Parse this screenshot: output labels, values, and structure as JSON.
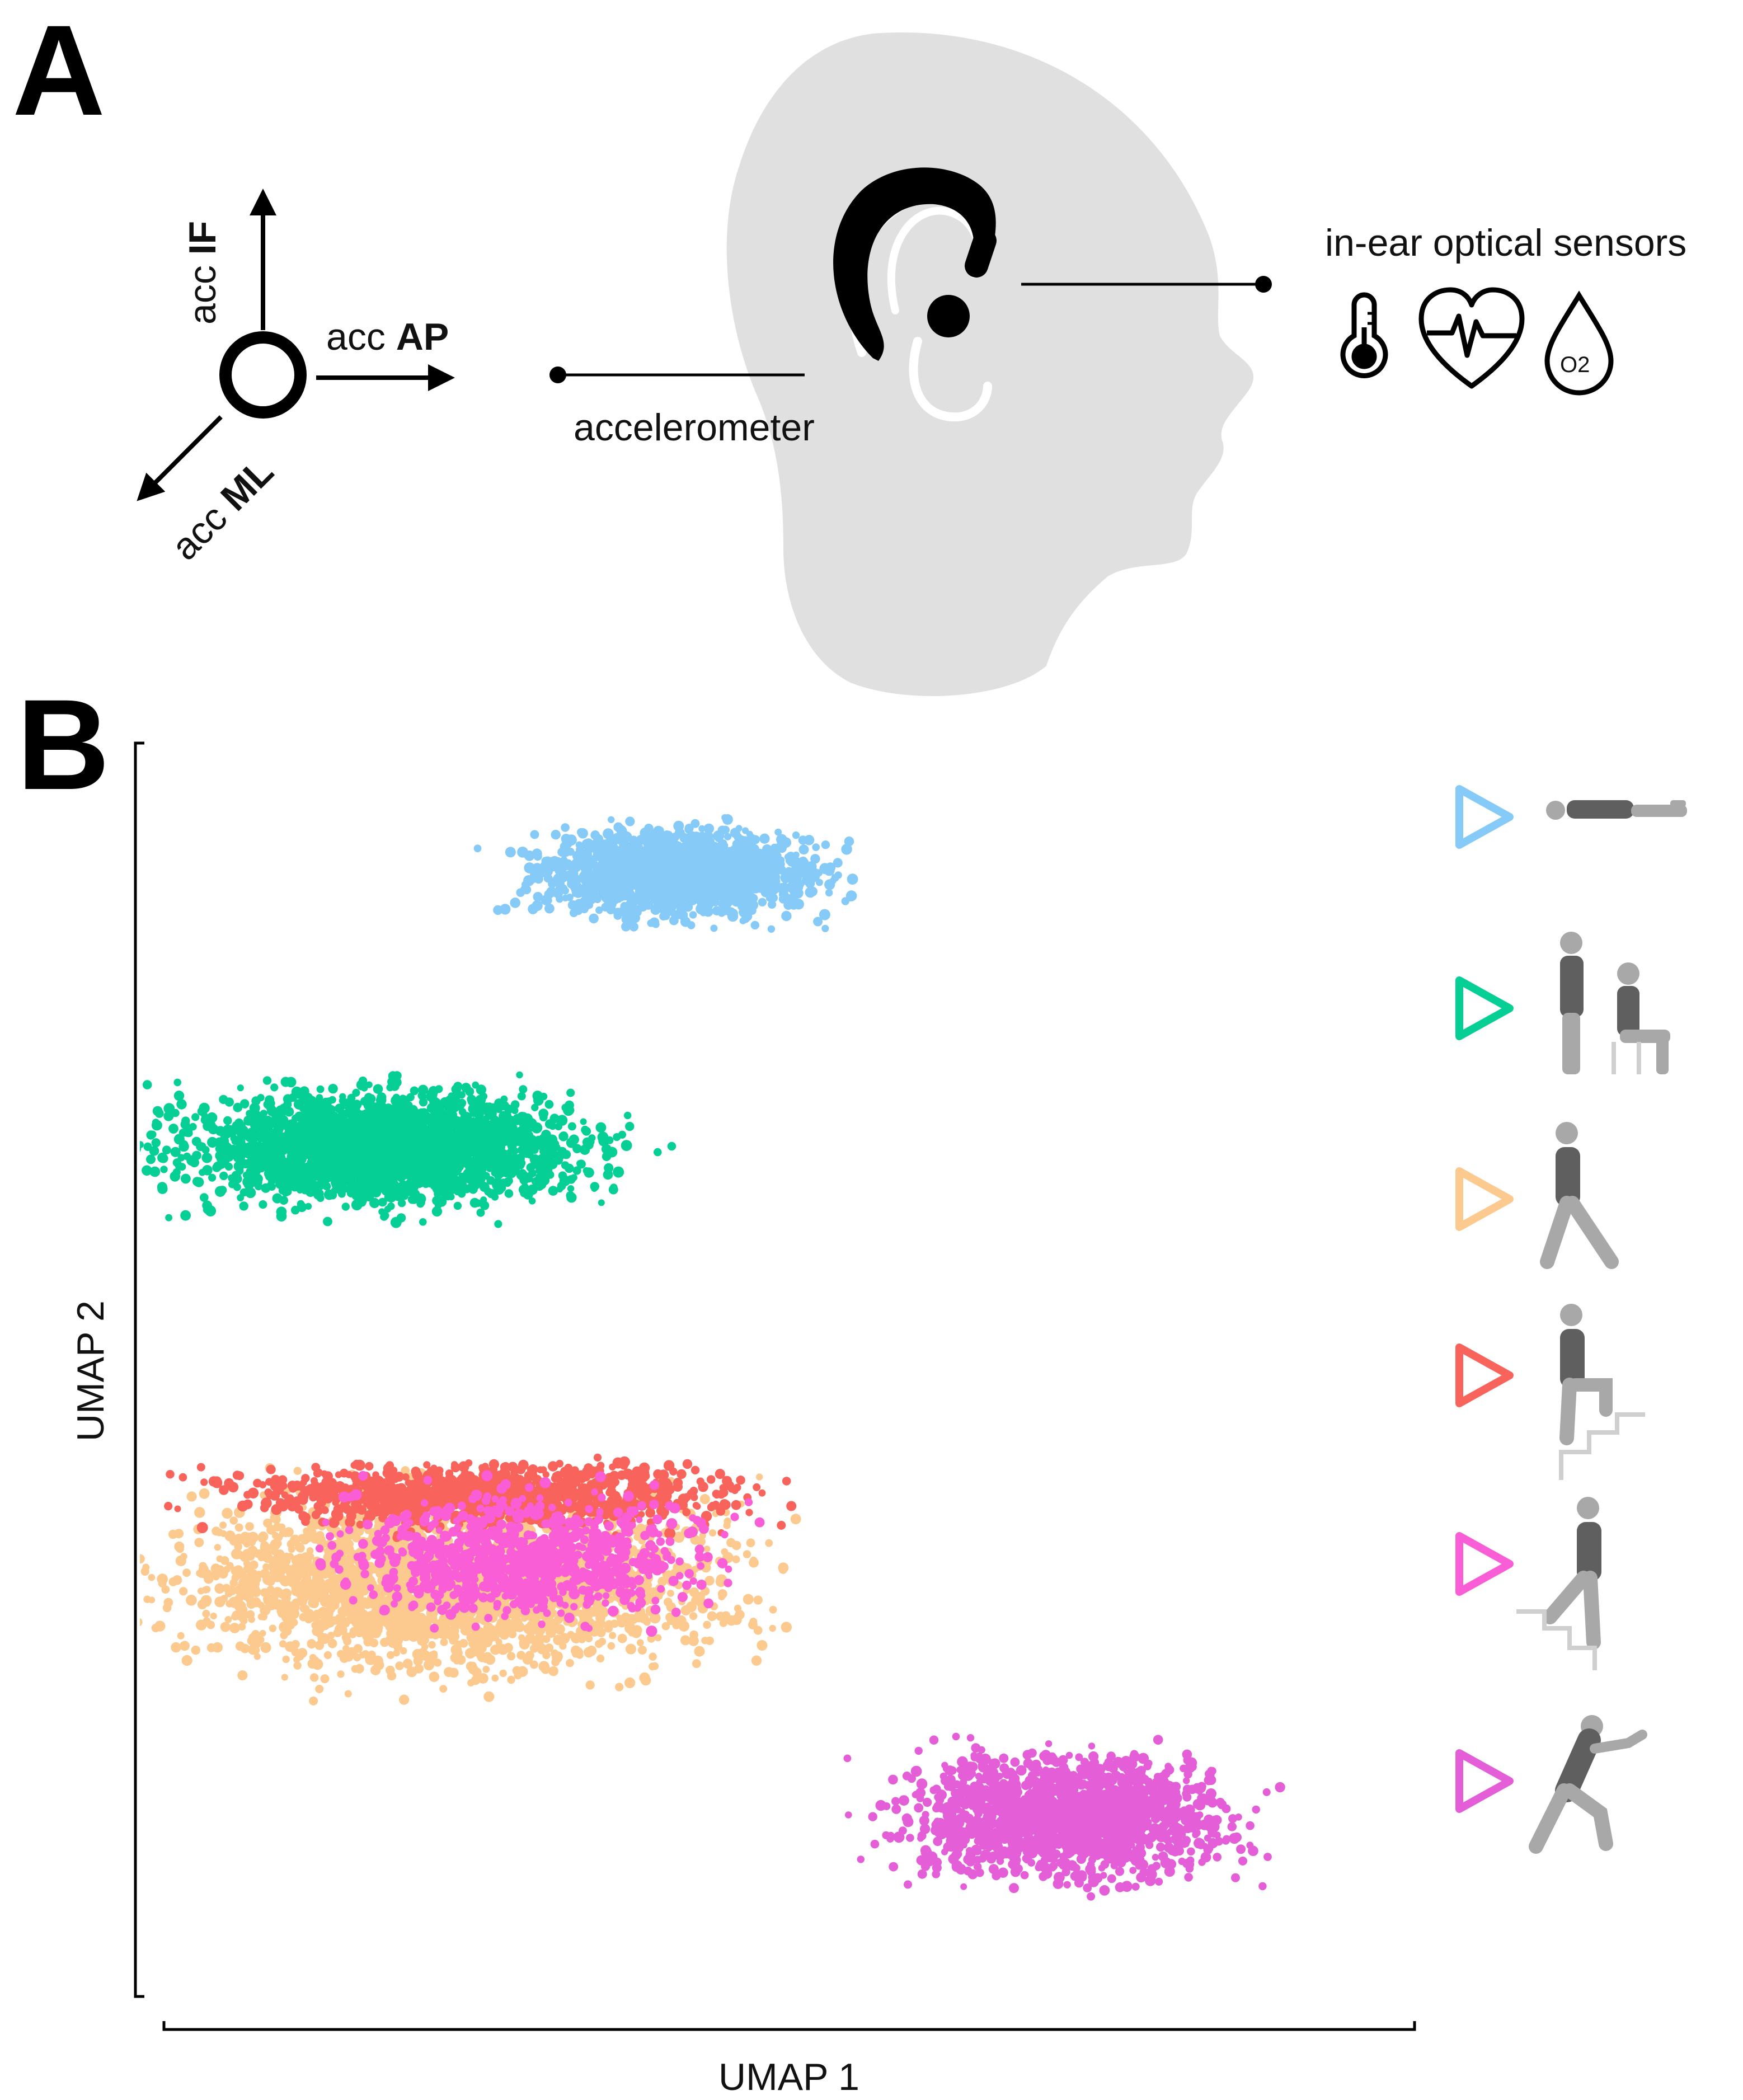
{
  "panels": {
    "a": {
      "letter": "A"
    },
    "b": {
      "letter": "B"
    }
  },
  "axes_diagram": {
    "if_prefix": "acc ",
    "if_label": "IF",
    "ap_prefix": "acc ",
    "ap_label": "AP",
    "ml_prefix": "acc ",
    "ml_label": "ML"
  },
  "sensors": {
    "accelerometer_label": "accelerometer",
    "optical_label": "in-ear optical sensors",
    "icons": [
      "thermometer-icon",
      "heart-rate-icon",
      "oxygen-drop-icon"
    ],
    "o2_text": "O2"
  },
  "colors": {
    "head": "#e0e0e0",
    "lying": "#86cbf7",
    "standing_sitting": "#05cf95",
    "walking": "#fcc98e",
    "stairs_up": "#f8635b",
    "stairs_down": "#f95ed6",
    "running": "#e45ed8",
    "figure_dark": "#5f5f5f",
    "figure_light": "#a8a8a8"
  },
  "chart_data": {
    "type": "scatter",
    "xlabel": "UMAP 1",
    "ylabel": "UMAP 2",
    "grid": false,
    "legend_placement": "right",
    "ticks": "none",
    "clusters": [
      {
        "id": "lying",
        "color": "#86cbf7",
        "icon": "lying-person-icon",
        "center": [
          0.42,
          0.9
        ],
        "spread": [
          0.11,
          0.035
        ]
      },
      {
        "id": "standing-sitting",
        "color": "#05cf95",
        "icon": "standing-sitting-person-icon",
        "center": [
          0.19,
          0.68
        ],
        "spread": [
          0.16,
          0.045
        ]
      },
      {
        "id": "walking",
        "color": "#fcc98e",
        "icon": "walking-person-icon",
        "center": [
          0.24,
          0.33
        ],
        "spread": [
          0.22,
          0.07
        ]
      },
      {
        "id": "stairs-up",
        "color": "#f8635b",
        "icon": "stairs-up-person-icon",
        "center": [
          0.27,
          0.4
        ],
        "spread": [
          0.2,
          0.025
        ]
      },
      {
        "id": "stairs-down",
        "color": "#f95ed6",
        "icon": "stairs-down-person-icon",
        "center": [
          0.3,
          0.35
        ],
        "spread": [
          0.14,
          0.05
        ]
      },
      {
        "id": "running",
        "color": "#e45ed8",
        "icon": "running-person-icon",
        "center": [
          0.73,
          0.14
        ],
        "spread": [
          0.13,
          0.05
        ]
      }
    ]
  }
}
